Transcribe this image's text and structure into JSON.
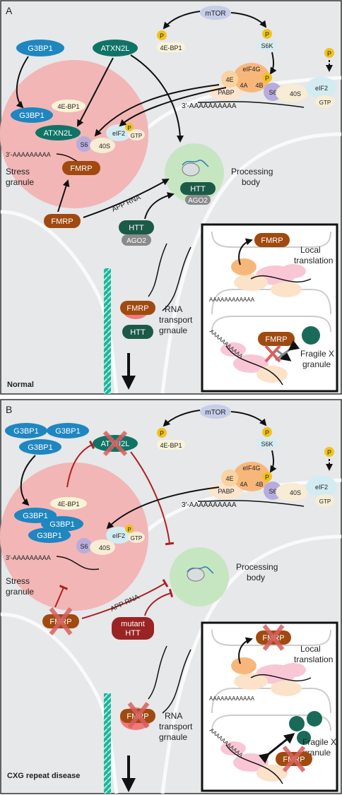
{
  "panel_a": {
    "letter": "A",
    "condition": "Normal",
    "labels": {
      "mtor": "mTOR",
      "s6k": "S6K",
      "p": "P",
      "bp1": "4E-BP1",
      "g3bp1": "G3BP1",
      "atxn2l": "ATXN2L",
      "eif4g": "eIF4G",
      "e4": "4E",
      "a4": "4A",
      "b4": "4B",
      "pabp": "PABP",
      "s6": "S6",
      "s40": "40S",
      "eif2": "eIF2",
      "gtp": "GTP",
      "polya": "3'-AAAAAAAAAA",
      "sg_polya": "3'-AAAAAAAAA",
      "fmrp": "FMRP",
      "htt": "HTT",
      "ago2": "AGO2",
      "stress_granule_1": "Stress",
      "stress_granule_2": "granule",
      "processing_body_1": "Processing",
      "processing_body_2": "body",
      "app_rna": "APP RNA",
      "rna_1": "RNA",
      "rna_2": "transport",
      "rna_3": "grnaule",
      "local_1": "Local",
      "local_2": "translation",
      "inset_polya": "AAAAAAAAAAAA",
      "inset_polya_2": "AAAAAAAAAAA",
      "fragile_1": "Fragile X",
      "fragile_2": "granule"
    }
  },
  "panel_b": {
    "letter": "B",
    "condition": "CXG repeat disease",
    "labels": {
      "mtor": "mTOR",
      "s6k": "S6K",
      "p": "P",
      "bp1": "4E-BP1",
      "g3bp1": "G3BP1",
      "atxn2l": "ATXN2L",
      "eif4g": "eIF4G",
      "e4": "4E",
      "a4": "4A",
      "b4": "4B",
      "pabp": "PABP",
      "s6": "S6",
      "s40": "40S",
      "eif2": "eIF2",
      "gtp": "GTP",
      "polya": "3'-AAAAAAAAAA",
      "sg_polya": "3'-AAAAAAAAA",
      "fmrp": "FMRP",
      "mutant_htt_1": "mutant",
      "mutant_htt_2": "HTT",
      "stress_granule_1": "Stress",
      "stress_granule_2": "granule",
      "processing_body_1": "Processing",
      "processing_body_2": "body",
      "app_rna": "APP RNA",
      "rna_1": "RNA",
      "rna_2": "transport",
      "rna_3": "grnaule",
      "local_1": "Local",
      "local_2": "translation",
      "inset_polya": "AAAAAAAAAAAA",
      "inset_polya_2": "AAAAAAAAAAA",
      "fragile_1": "Fragile X",
      "fragile_2": "granule"
    }
  },
  "colors": {
    "background": "#e6e8ea",
    "stress_granule": "#f2b6b6",
    "processing_body": "#c6e6c2",
    "g3bp1": "#1f86c0",
    "atxn2l": "#0f7466",
    "fmrp": "#a04a10",
    "htt": "#1c5a48",
    "ago2": "#8a8a8a",
    "mutant_htt": "#9a2424",
    "inhibit": "#b02020",
    "phospho": "#f2c21e"
  }
}
